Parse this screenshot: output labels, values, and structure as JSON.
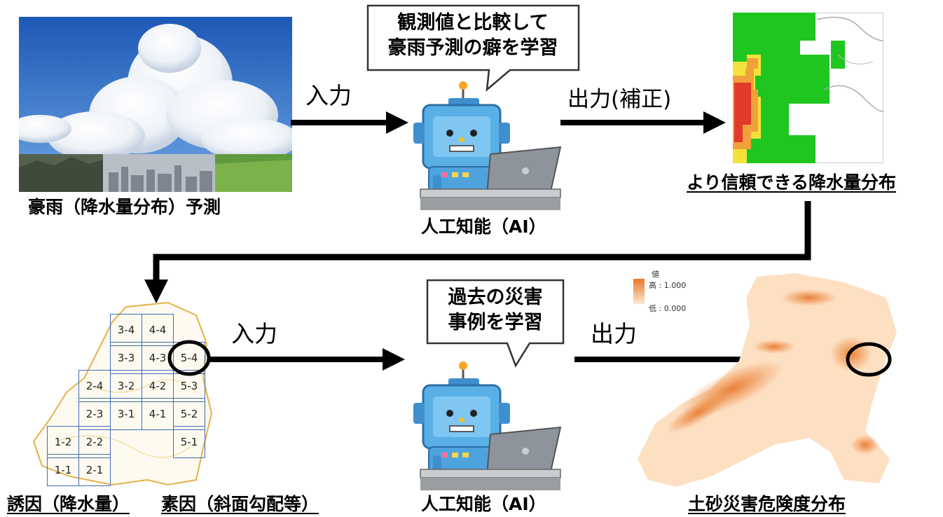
{
  "flow_top": {
    "input_label": "入力",
    "output_label": "出力(補正)",
    "source_caption": "豪雨（降水量分布）予測",
    "ai_caption": "人工知能（AI）",
    "bubble_line1": "観測値と比較して",
    "bubble_line2": "豪雨予測の癖を学習",
    "result_caption": "より信頼できる降水量分布"
  },
  "flow_bottom": {
    "input_label": "入力",
    "output_label": "出力",
    "cause_caption": "誘因（降水量）",
    "factor_caption": "素因（斜面勾配等）",
    "ai_caption": "人工知能（AI）",
    "bubble_line1": "過去の災害",
    "bubble_line2": "事例を学習",
    "result_caption": "土砂災害危険度分布"
  },
  "legend": {
    "title": "値",
    "high": "高 : 1.000",
    "low": "低 : 0.000"
  },
  "grid_cells": [
    "3-4",
    "4-4",
    "3-3",
    "4-3",
    "5-4",
    "2-4",
    "3-2",
    "4-2",
    "5-3",
    "2-3",
    "3-1",
    "4-1",
    "5-2",
    "1-2",
    "2-2",
    "5-1",
    "1-1",
    "2-1"
  ],
  "colors": {
    "sky": "#2f6fc4",
    "robot_blue": "#4fa8e0",
    "rain_green": "#1fc61f",
    "rain_red": "#e23a2a",
    "hazard_orange": "#e8782a",
    "grid_line": "#3d6fb6"
  }
}
